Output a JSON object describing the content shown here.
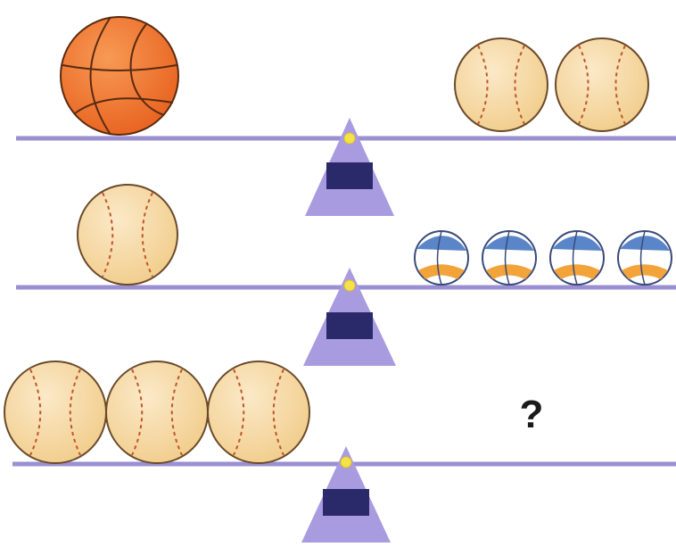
{
  "colors": {
    "beam": "#9a8fd0",
    "fulcrum": "#a99be0",
    "fulcrum_block": "#2a2a6a",
    "pivot": "#f3e24a",
    "basketball": "#f07a36",
    "baseball": "#f8dfae",
    "volleyball_blue": "#5a86c9",
    "volleyball_orange": "#f2a43a"
  },
  "puzzle": {
    "rows": [
      {
        "left": {
          "ball": "basketball-icon",
          "count": 1
        },
        "right": {
          "ball": "baseball-icon",
          "count": 2
        }
      },
      {
        "left": {
          "ball": "baseball-icon",
          "count": 1
        },
        "right": {
          "ball": "volleyball-icon",
          "count": 4
        }
      },
      {
        "left": {
          "ball": "baseball-icon",
          "count": 3
        },
        "right": {
          "unknown": "?"
        }
      }
    ]
  }
}
